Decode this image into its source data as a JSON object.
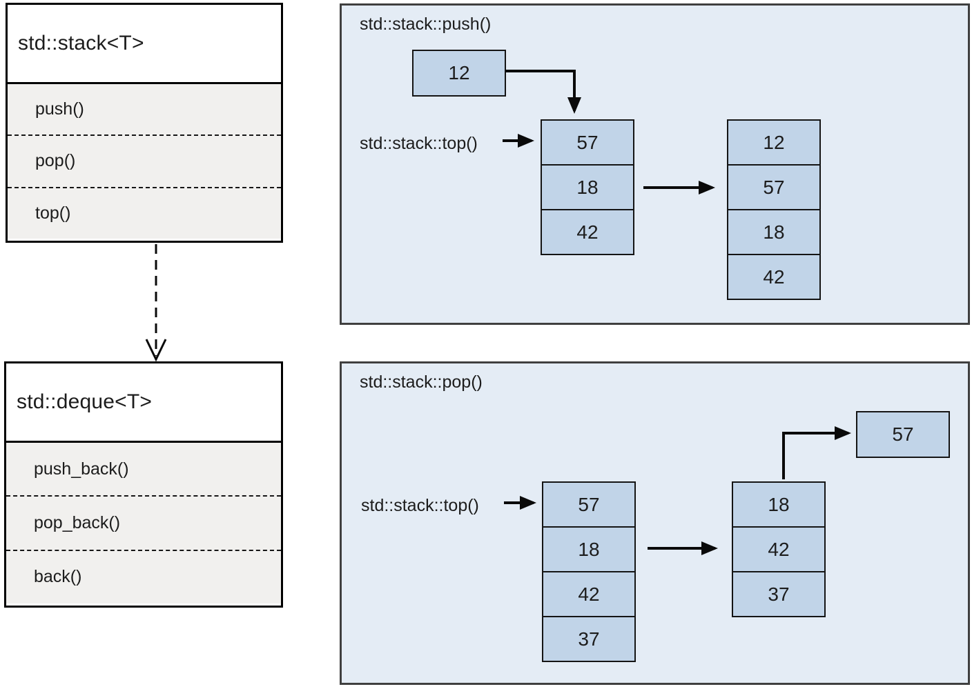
{
  "colors": {
    "panel-bg": "#e4ecf5",
    "panel-border": "#3f3f3f",
    "cell-fill": "#c1d4e8",
    "cell-border": "#141414",
    "box-title-bg": "#ffffff",
    "box-methods-bg": "#f1f0ee",
    "box-border": "#000000",
    "ink": "#1c1c1c",
    "line": "#0a0a0a"
  },
  "uml": {
    "stack": {
      "title": "std::stack<T>",
      "methods": [
        "push()",
        "pop()",
        "top()"
      ]
    },
    "deque": {
      "title": "std::deque<T>",
      "methods": [
        "push_back()",
        "pop_back()",
        "back()"
      ]
    }
  },
  "panels": {
    "push": {
      "title": "std::stack::push()",
      "pointer_label": "std::stack::top()",
      "pushed_value": "12",
      "stack_before": [
        "57",
        "18",
        "42"
      ],
      "stack_after": [
        "12",
        "57",
        "18",
        "42"
      ]
    },
    "pop": {
      "title": "std::stack::pop()",
      "pointer_label": "std::stack::top()",
      "popped_value": "57",
      "stack_before": [
        "57",
        "18",
        "42",
        "37"
      ],
      "stack_after": [
        "18",
        "42",
        "37"
      ]
    }
  }
}
